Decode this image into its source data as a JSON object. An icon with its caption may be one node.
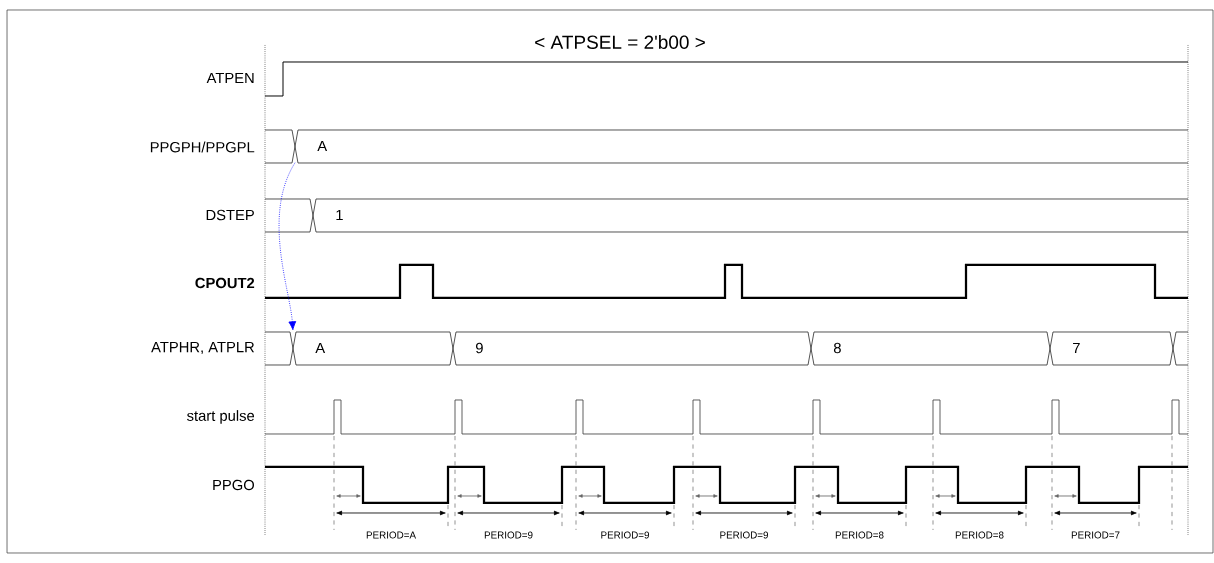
{
  "diagram": {
    "title": "< ATPSEL = 2'b00 >",
    "nodes": [
      {
        "text": [
          "A"
        ],
        "beside": [
          "PPGPH/PPGPL"
        ]
      },
      {
        "text": [
          "1"
        ],
        "beside": [
          "DSTEP"
        ]
      },
      {
        "text": [
          "A"
        ],
        "beside": [
          "ATPHR, ATPLR"
        ]
      },
      {
        "text": [
          "9"
        ]
      },
      {
        "text": [
          "8"
        ]
      },
      {
        "text": [
          "7"
        ]
      }
    ],
    "edges": [
      {
        "from": 0,
        "to": 2,
        "arrow": "to",
        "style": "dashed",
        "color": "#0000ff"
      }
    ],
    "labels": [
      "ATPEN",
      "CPOUT2",
      "start pulse",
      "PPGO",
      "PERIOD=A",
      "PERIOD=9",
      "PERIOD=9",
      "PERIOD=9",
      "PERIOD=8",
      "PERIOD=8",
      "PERIOD=7"
    ]
  }
}
